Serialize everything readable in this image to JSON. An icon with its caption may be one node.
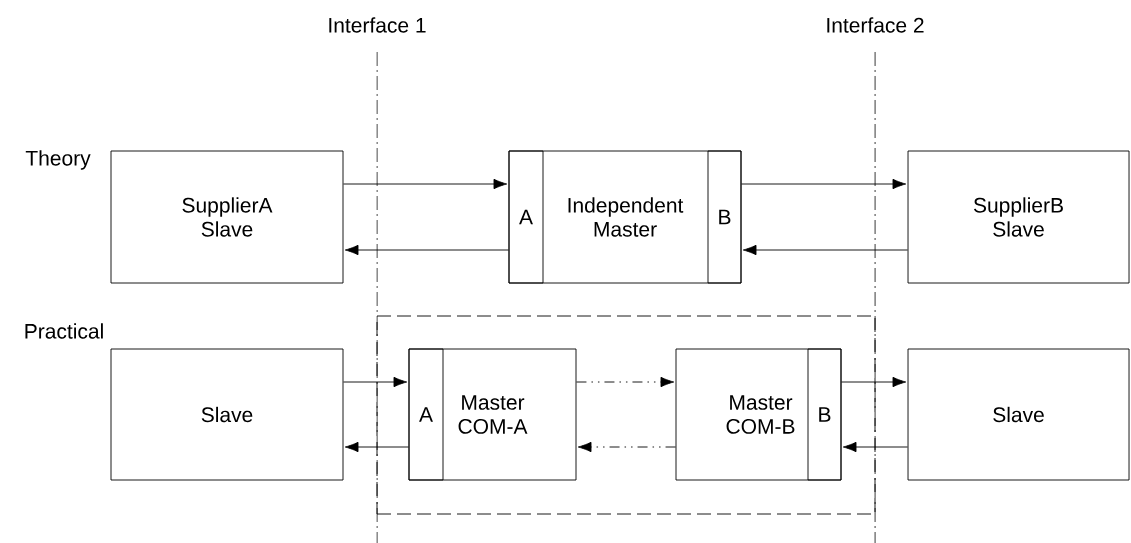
{
  "diagram": {
    "nodes": [
      {
        "text": [
          "SupplierA Slave"
        ]
      },
      {
        "text": [
          "Independent Master"
        ]
      },
      {
        "text": [
          "A"
        ],
        "in": 1
      },
      {
        "text": [
          "B"
        ],
        "in": 1
      },
      {
        "text": [
          "SupplierB Slave"
        ]
      },
      {
        "text": [],
        "shape": "box"
      },
      {
        "text": [
          "Slave"
        ]
      },
      {
        "text": [
          "Master COM-A"
        ],
        "in": 5
      },
      {
        "text": [
          "A"
        ],
        "in": 7
      },
      {
        "text": [
          "Master COM-B"
        ],
        "in": 5
      },
      {
        "text": [
          "B"
        ],
        "in": 9
      },
      {
        "text": [
          "Slave"
        ]
      }
    ],
    "edges": [
      {
        "from": 0,
        "to": 2,
        "arrow": "to"
      },
      {
        "from": 2,
        "to": 0,
        "arrow": "to"
      },
      {
        "from": 3,
        "to": 4,
        "arrow": "to"
      },
      {
        "from": 4,
        "to": 3,
        "arrow": "to"
      },
      {
        "from": 6,
        "to": 8,
        "arrow": "to"
      },
      {
        "from": 8,
        "to": 6,
        "arrow": "to"
      },
      {
        "from": 7,
        "to": 9,
        "arrow": "to",
        "style": "dashed"
      },
      {
        "from": 9,
        "to": 7,
        "arrow": "to",
        "style": "dashed"
      },
      {
        "from": 10,
        "to": 11,
        "arrow": "to"
      },
      {
        "from": 11,
        "to": 10,
        "arrow": "to"
      }
    ],
    "labels": [
      "Interface 1",
      "Interface 2",
      "Theory",
      "Practical"
    ]
  }
}
